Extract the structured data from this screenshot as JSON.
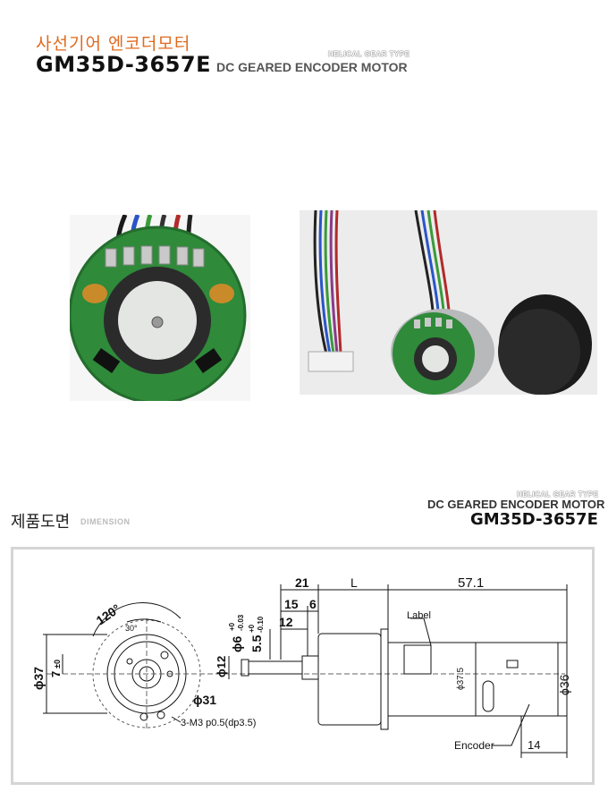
{
  "header": {
    "korean_title": "사선기어 엔코더모터",
    "model": "GM35D-3657E",
    "tag": "HELICAL GEAR TYPE",
    "subtitle": "DC GEARED ENCODER MOTOR"
  },
  "photos": [
    {
      "label": "encoder-pcb-closeup"
    },
    {
      "label": "motor-with-cable-and-cap"
    }
  ],
  "section": {
    "korean_title": "제품도면",
    "english_title": "DIMENSION",
    "tag": "HELICAL GEAR TYPE",
    "subtitle": "DC GEARED ENCODER MOTOR",
    "model": "GM35D-3657E"
  },
  "drawing": {
    "dims": {
      "d21": "21",
      "dL": "L",
      "d571": "57.1",
      "d15": "15",
      "d6": "6",
      "d12": "12",
      "phi6": "ϕ6",
      "phi6_tol_top": "+0",
      "phi6_tol_bot": "-0.03",
      "d55": "5.5",
      "d55_tol_top": "+0",
      "d55_tol_bot": "-0.10",
      "phi12": "ϕ12",
      "phi37": "ϕ37",
      "d7": "7",
      "d7_tol": "±0",
      "angle120": "120°",
      "angle30": "30°",
      "phi31": "ϕ31",
      "holes": "3-M3 p0.5(dp3.5)",
      "label": "Label",
      "phi375": "ϕ37.5",
      "phi36": "ϕ36",
      "encoder": "Encoder",
      "d14": "14"
    }
  },
  "colors": {
    "accent": "#e06a1f",
    "pcb_green": "#2f8a3a",
    "frame_border": "#d5d5d5"
  }
}
